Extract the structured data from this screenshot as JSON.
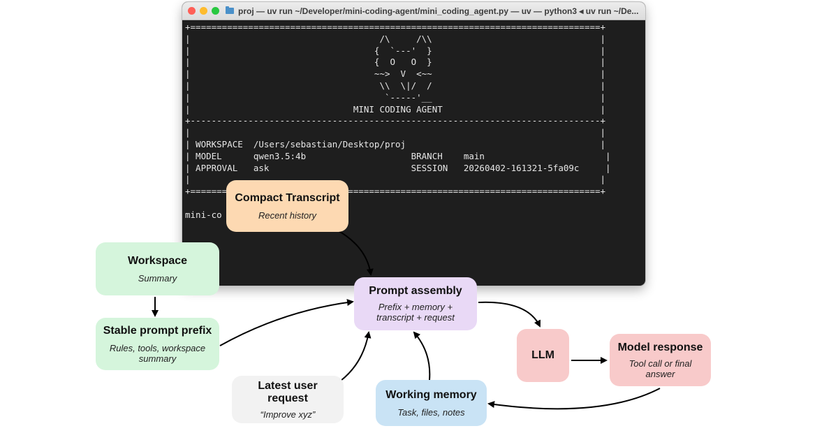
{
  "window": {
    "title": "proj — uv run ~/Developer/mini-coding-agent/mini_coding_agent.py — uv — python3 ◂ uv run ~/De..."
  },
  "terminal": {
    "banner_art": "+==============================================================================+\n|                                    /\\     /\\\\                                |\n|                                   {  `---'  }                                |\n|                                   {  O   O  }                                |\n|                                   ~~>  V  <~~                                |\n|                                    \\\\  \\|/  /                                |\n|                                     `-----'__                                |\n|                               MINI CODING AGENT                              |\n+------------------------------------------------------------------------------+\n|                                                                              |",
    "info_lines": "| WORKSPACE  /Users/sebastian/Desktop/proj                                     |\n| MODEL      qwen3.5:4b                    BRANCH    main                       |\n| APPROVAL   ask                           SESSION   20260402-161321-5fa09c     |\n|                                                                              |\n+==============================================================================+",
    "prompt_text": "mini-co"
  },
  "boxes": {
    "compact": {
      "title": "Compact Transcript",
      "subtitle": "Recent history"
    },
    "workspace": {
      "title": "Workspace",
      "subtitle": "Summary"
    },
    "prefix": {
      "title": "Stable prompt prefix",
      "subtitle": "Rules, tools, workspace summary"
    },
    "prompt": {
      "title": "Prompt assembly",
      "subtitle": "Prefix + memory + transcript + request"
    },
    "llm": {
      "title": "LLM"
    },
    "response": {
      "title": "Model response",
      "subtitle": "Tool call or final answer"
    },
    "user": {
      "title": "Latest user request",
      "subtitle": "“Improve xyz”"
    },
    "memory": {
      "title": "Working memory",
      "subtitle": "Task, files, notes"
    }
  },
  "colors": {
    "compact": "#fdd9b2",
    "green": "#d5f5dc",
    "purple": "#e9d9f6",
    "pink": "#f8caca",
    "gray": "#f2f2f2",
    "blue": "#c9e3f5",
    "terminal_bg": "#1e1e1e"
  }
}
